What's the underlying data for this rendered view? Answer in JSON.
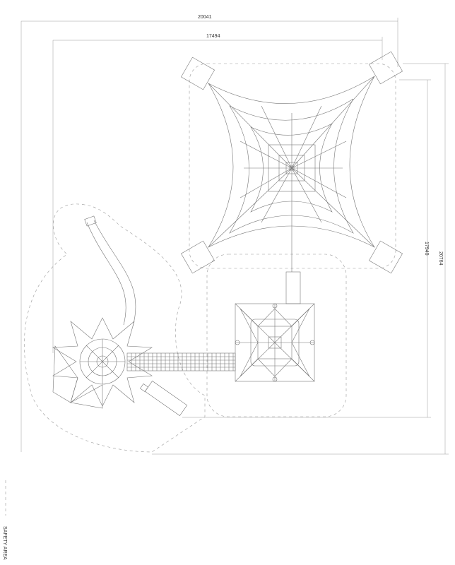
{
  "dimensions": {
    "overall_width": "20041",
    "inner_width": "17494",
    "inner_height": "17940",
    "overall_height": "20764"
  },
  "legend": {
    "safety_area_label": "SAFETY AREA"
  }
}
